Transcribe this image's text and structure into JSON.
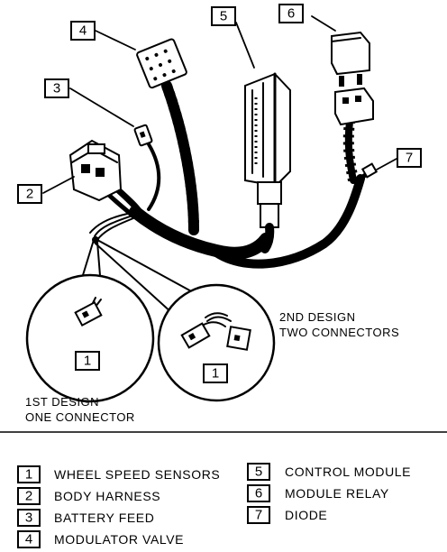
{
  "callouts": [
    {
      "id": "1",
      "target": "wheel-speed-sensor-connector-first-design"
    },
    {
      "id": "1",
      "target": "wheel-speed-sensor-connectors-second-design"
    },
    {
      "id": "2",
      "target": "body-harness-connector"
    },
    {
      "id": "3",
      "target": "battery-feed-connector"
    },
    {
      "id": "4",
      "target": "modulator-valve-connector"
    },
    {
      "id": "5",
      "target": "control-module-connector"
    },
    {
      "id": "6",
      "target": "module-relay"
    },
    {
      "id": "7",
      "target": "diode"
    }
  ],
  "inset_captions": {
    "second_design_line1": "2ND DESIGN",
    "second_design_line2": "TWO CONNECTORS",
    "first_design_line1": "1ST DESIGN",
    "first_design_line2": "ONE CONNECTOR"
  },
  "legend": [
    {
      "num": "1",
      "label": "WHEEL SPEED SENSORS"
    },
    {
      "num": "2",
      "label": "BODY HARNESS"
    },
    {
      "num": "3",
      "label": "BATTERY FEED"
    },
    {
      "num": "4",
      "label": "MODULATOR VALVE"
    },
    {
      "num": "5",
      "label": "CONTROL MODULE"
    },
    {
      "num": "6",
      "label": "MODULE RELAY"
    },
    {
      "num": "7",
      "label": "DIODE"
    }
  ]
}
